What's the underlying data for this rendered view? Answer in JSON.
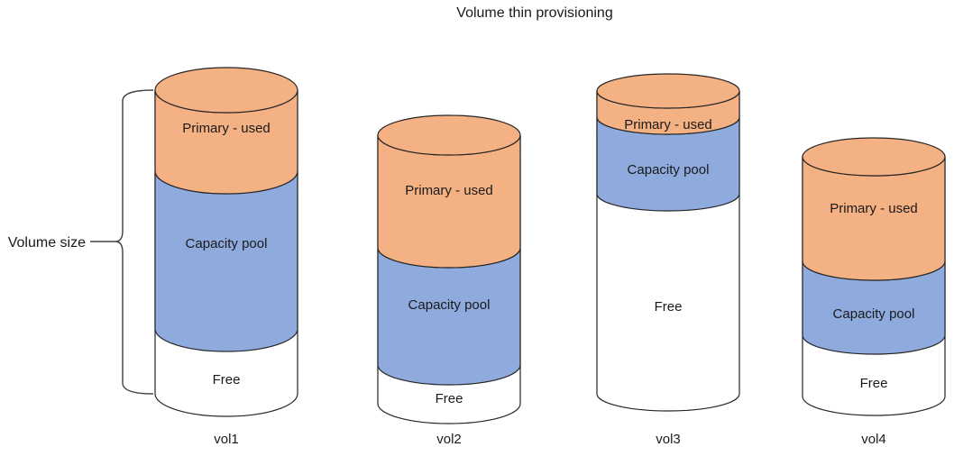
{
  "title": "Volume thin provisioning",
  "left_annotation": {
    "label": "Volume size"
  },
  "colors": {
    "primary_used": "#F4B183",
    "capacity_pool": "#8FAADC",
    "free": "#FFFFFF",
    "outline": "#262626"
  },
  "volumes": [
    {
      "name": "vol1",
      "segments": [
        {
          "label": "Primary - used",
          "height_pct": 27
        },
        {
          "label": "Capacity pool",
          "height_pct": 52
        },
        {
          "label": "Free",
          "height_pct": 21
        }
      ]
    },
    {
      "name": "vol2",
      "segments": [
        {
          "label": "Primary - used",
          "height_pct": 42
        },
        {
          "label": "Capacity pool",
          "height_pct": 43
        },
        {
          "label": "Free",
          "height_pct": 15
        }
      ]
    },
    {
      "name": "vol3",
      "segments": [
        {
          "label": "Primary - used",
          "height_pct": 9
        },
        {
          "label": "Capacity pool",
          "height_pct": 25
        },
        {
          "label": "Free",
          "height_pct": 66
        }
      ]
    },
    {
      "name": "vol4",
      "segments": [
        {
          "label": "Primary - used",
          "height_pct": 44
        },
        {
          "label": "Capacity pool",
          "height_pct": 31
        },
        {
          "label": "Free",
          "height_pct": 26
        }
      ]
    }
  ]
}
